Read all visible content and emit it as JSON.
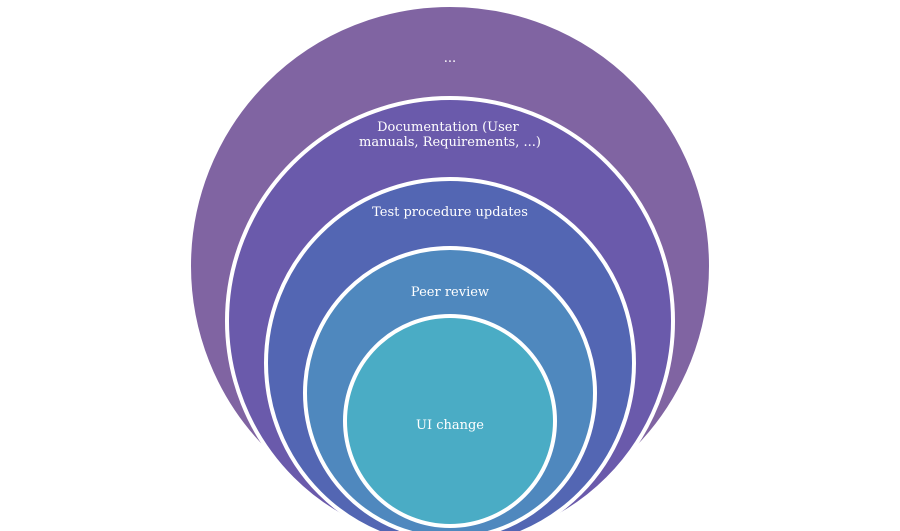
{
  "diagram": {
    "type": "nested-circles",
    "layers": [
      {
        "id": "layer-1",
        "label": "UI change",
        "color": "#4aacc5"
      },
      {
        "id": "layer-2",
        "label": "Peer review",
        "color": "#4f88be"
      },
      {
        "id": "layer-3",
        "label": "Test procedure updates",
        "color": "#5366b3"
      },
      {
        "id": "layer-4",
        "label_lines": [
          "Documentation (User",
          "manuals, Requirements, ...)"
        ],
        "color": "#6a5aab"
      },
      {
        "id": "layer-5",
        "label": "...",
        "color": "#8064a2"
      }
    ]
  }
}
